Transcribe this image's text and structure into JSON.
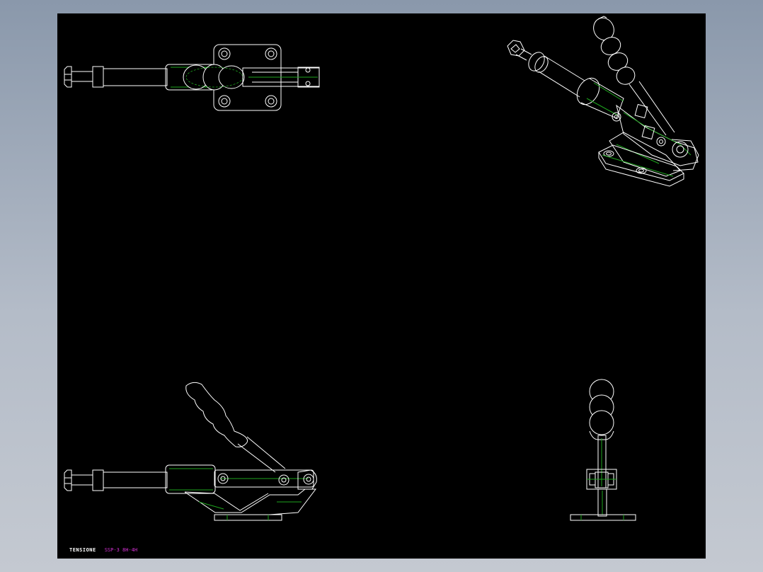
{
  "drawing": {
    "background": "#000000",
    "line_color": "#ffffff",
    "hidden_line_color": "#1ea51e",
    "annotation_color": "#d431d4",
    "views": [
      {
        "name": "top-view"
      },
      {
        "name": "isometric-view"
      },
      {
        "name": "front-view"
      },
      {
        "name": "side-view"
      }
    ]
  },
  "title_block": {
    "label": "TENSIONE",
    "code": "SSP-3 8H-4H"
  }
}
